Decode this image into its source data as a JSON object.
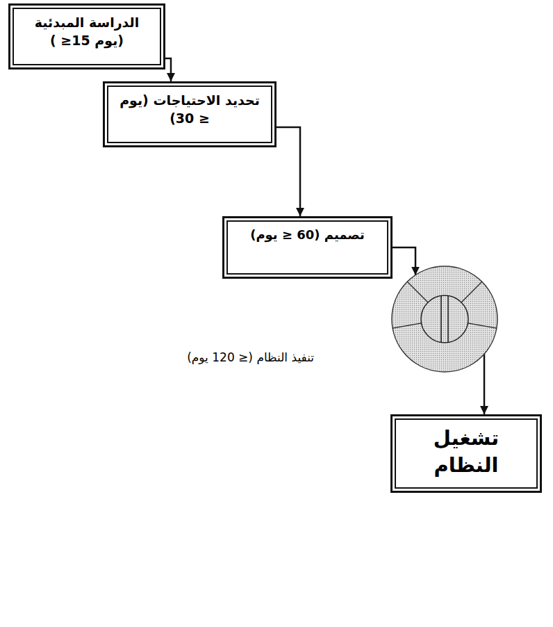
{
  "diagram": {
    "nodes": [
      {
        "text": [
          "الدراسة المبدئية (يوم 15≤ )"
        ]
      },
      {
        "text": [
          "تحديد الاحتياجات (يوم ≤ 30)"
        ]
      },
      {
        "text": [
          "تصميم (60 ≤ يوم)"
        ]
      },
      {
        "text": [
          "تنفيذ النظام (≤ 120 يوم)"
        ]
      },
      {
        "text": [
          "تشغيل النظام"
        ]
      }
    ],
    "edges": [
      {
        "from": 0,
        "to": 1,
        "arrow": "to"
      },
      {
        "from": 1,
        "to": 2,
        "arrow": "to"
      },
      {
        "from": 2,
        "to": 3,
        "arrow": "to"
      },
      {
        "from": 3,
        "to": 4,
        "arrow": "to"
      }
    ]
  }
}
